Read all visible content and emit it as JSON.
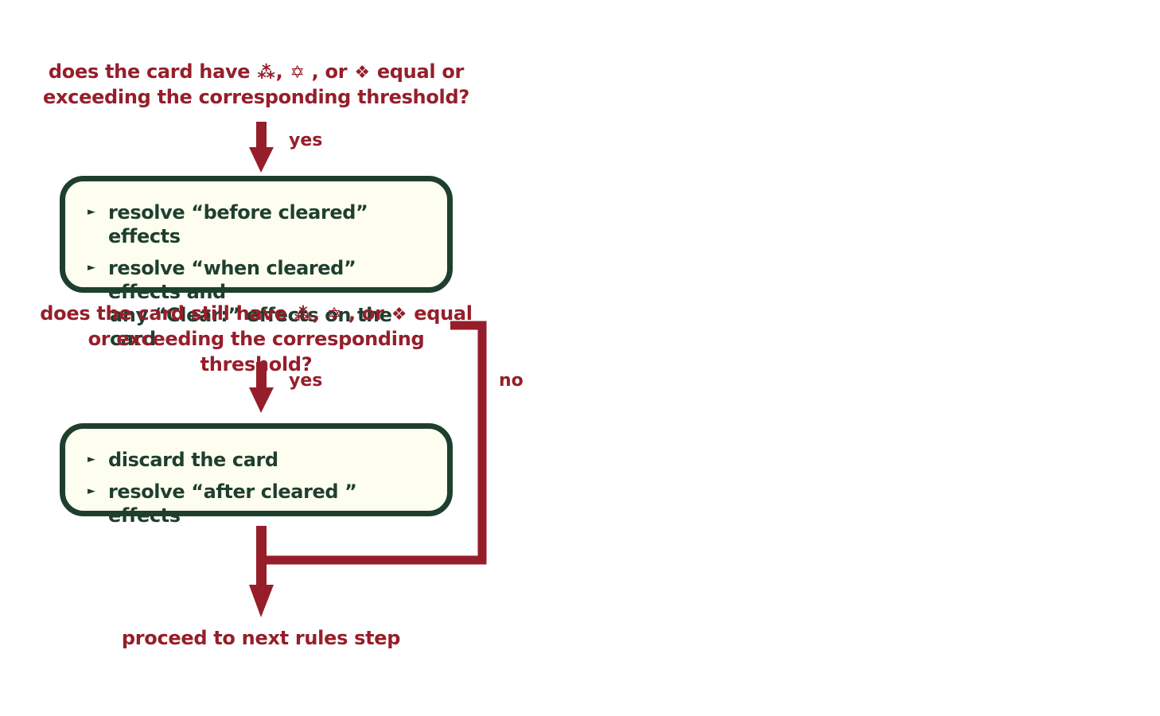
{
  "question1": {
    "before_icon1": "does the card have",
    "after_icon1": ",",
    "after_icon2": ", or",
    "after_icon3": "equal or",
    "line2": "exceeding the corresponding threshold?"
  },
  "question2": {
    "before_icon1": "does the card still have",
    "after_icon1": ",",
    "after_icon2": ", or",
    "after_icon3": "equal",
    "line2": "or exceeding the corresponding threshold?"
  },
  "icons": {
    "icon1": "⁂",
    "icon2": "✡",
    "icon3": "❖",
    "names": [
      "triad-stat-icon",
      "star-stat-icon",
      "diamond-stat-icon"
    ]
  },
  "edges": {
    "yes1": "yes",
    "yes2": "yes",
    "no": "no"
  },
  "box1": {
    "item1": "resolve “before cleared” effects",
    "item2_line1": "resolve “when cleared” effects and",
    "item2_line2": "any “Clear:” effects on the card"
  },
  "box2": {
    "item1": "discard the card",
    "item2": "resolve “after cleared ” effects"
  },
  "bullet": "►",
  "final": "proceed to next rules step",
  "colors": {
    "red": "#961e2a",
    "green": "#1e3f2e",
    "box_fill": "#fefef0"
  }
}
